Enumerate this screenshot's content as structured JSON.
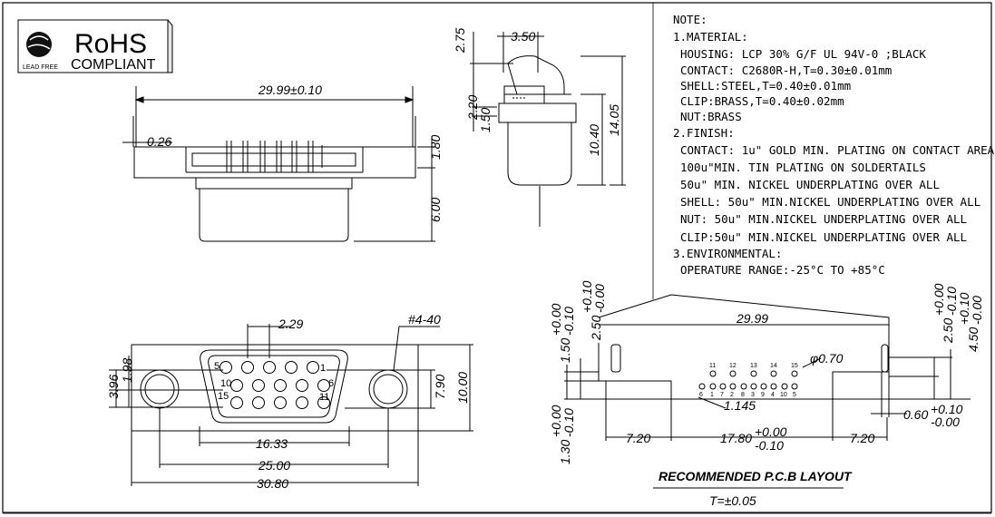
{
  "badge": {
    "title": "RoHS",
    "subtitle": "COMPLIANT",
    "logo_text": "LEAD FREE"
  },
  "side_view": {
    "width_dim": "29.99±0.10",
    "tab_dim": "0.26",
    "height_dim_a": "1.80",
    "height_dim_b": "6.00"
  },
  "end_view": {
    "top_dim": "2.75",
    "width_dim": "3.50",
    "dim_a": "2.20",
    "dim_b": "1.50",
    "dim_c": "10.40",
    "dim_d": "14.05"
  },
  "front_view": {
    "pitch_dim": "2.29",
    "screw_label": "#4-40",
    "row_dim_a": "1.98",
    "row_dim_b": "3.96",
    "height_inner": "7.90",
    "height_outer": "10.00",
    "width_a": "16.33",
    "width_b": "25.00",
    "width_c": "30.80",
    "pin_labels": {
      "row1_left": "5",
      "row1_right": "1",
      "row2_left": "10",
      "row2_right": "6",
      "row3_left": "15",
      "row3_right": "11"
    }
  },
  "notes": {
    "title": "NOTE:",
    "lines": [
      "1.MATERIAL:",
      "  HOUSING: LCP   30% G/F UL 94V-0 ;BLACK",
      "  CONTACT:   C2680R-H,T=0.30±0.01mm",
      "  SHELL:STEEL,T=0.40±0.01mm",
      "  CLIP:BRASS,T=0.40±0.02mm",
      "  NUT:BRASS",
      "2.FINISH:",
      "  CONTACT: 1u\" GOLD MIN. PLATING ON CONTACT AREA",
      "  100u\"MIN. TIN PLATING ON SOLDERTAILS",
      "  50u\" MIN. NICKEL UNDERPLATING OVER ALL",
      "  SHELL: 50u\" MIN.NICKEL UNDERPLATING OVER ALL",
      "  NUT: 50u\" MIN.NICKEL UNDERPLATING OVER ALL",
      "  CLIP:50u\" MIN.NICKEL UNDERPLATING OVER ALL",
      "3.ENVIRONMENTAL:",
      "  OPERATURE RANGE:-25°C TO +85°C"
    ]
  },
  "pcb": {
    "title": "RECOMMENDED P.C.B LAYOUT",
    "tolerance": "T=±0.05",
    "width_dim": "29.99",
    "hole_dim": "φ0.70",
    "pitch_dim": "1.145",
    "left_a": "2.50",
    "left_a_tol_plus": "+0.10",
    "left_a_tol_minus": "-0.00",
    "left_b": "1.50",
    "left_b_tol_plus": "+0.00",
    "left_b_tol_minus": "-0.10",
    "left_c": "1.30",
    "left_c_tol_plus": "+0.00",
    "left_c_tol_minus": "-0.10",
    "right_a": "2.50",
    "right_a_tol_plus": "+0.00",
    "right_a_tol_minus": "-0.10",
    "right_b": "4.50",
    "right_b_tol_plus": "+0.10",
    "right_b_tol_minus": "-0.00",
    "right_c": "0.60",
    "right_c_tol_plus": "+0.10",
    "right_c_tol_minus": "-0.00",
    "bottom_left": "7.20",
    "bottom_mid": "17.80",
    "bottom_mid_tol_plus": "+0.00",
    "bottom_mid_tol_minus": "-0.10",
    "bottom_right": "7.20",
    "top_row_labels": [
      "11",
      "12",
      "13",
      "14",
      "15"
    ],
    "bottom_row_labels": [
      "6",
      "1",
      "7",
      "2",
      "8",
      "3",
      "9",
      "4",
      "10",
      "5"
    ]
  }
}
